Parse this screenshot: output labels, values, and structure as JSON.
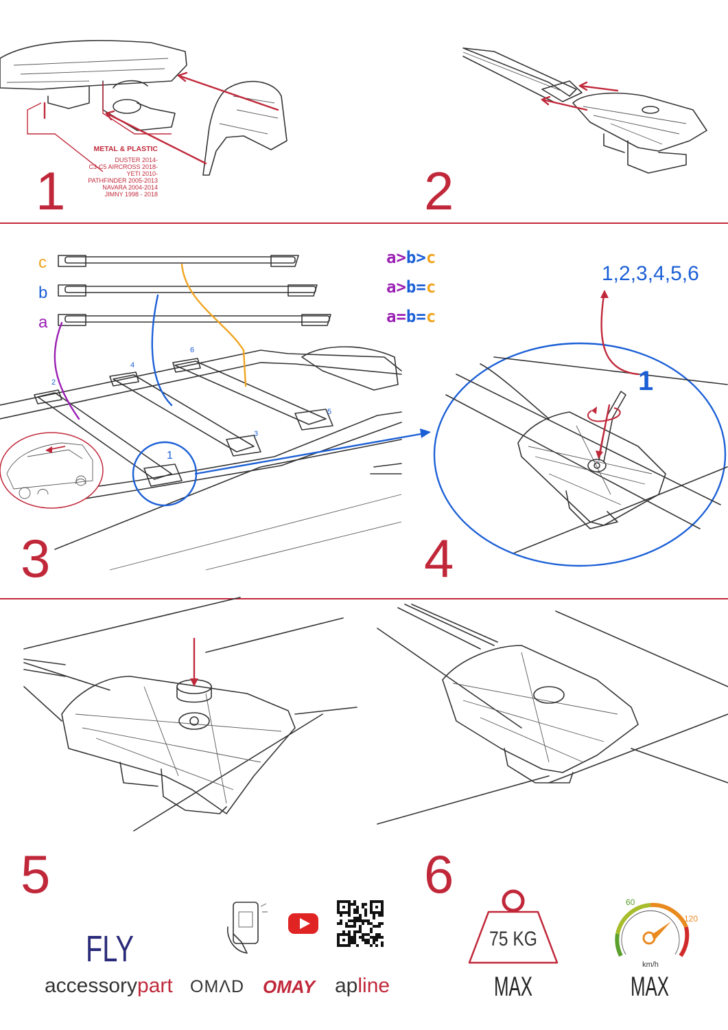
{
  "colors": {
    "accent_red": "#c0283a",
    "blue": "#1b5fd6",
    "purple": "#9a1fb3",
    "orange": "#f0a41f",
    "fly_navy": "#2a2a7a"
  },
  "steps": {
    "s1": "1",
    "s2": "2",
    "s3": "3",
    "s4": "4",
    "s5": "5",
    "s6": "6"
  },
  "step1": {
    "material": "METAL & PLASTIC",
    "models": [
      "DUSTER 2014-",
      "C3-C5 AIRCROSS 2018-",
      "YETI 2010-",
      "PATHFINDER 2005-2013",
      "NAVARA 2004-2014",
      "JIMNY 1998 - 2018"
    ]
  },
  "step3": {
    "bar_labels": {
      "a": "a",
      "b": "b",
      "c": "c"
    },
    "conditions": [
      [
        {
          "t": "a",
          "c": "#9a1fb3"
        },
        {
          "t": ">",
          "c": "#9a1fb3"
        },
        {
          "t": "b",
          "c": "#1b5fd6"
        },
        {
          "t": ">",
          "c": "#1b5fd6"
        },
        {
          "t": "c",
          "c": "#f0a41f"
        }
      ],
      [
        {
          "t": "a",
          "c": "#9a1fb3"
        },
        {
          "t": ">",
          "c": "#9a1fb3"
        },
        {
          "t": "b",
          "c": "#1b5fd6"
        },
        {
          "t": "=",
          "c": "#1b5fd6"
        },
        {
          "t": "c",
          "c": "#f0a41f"
        }
      ],
      [
        {
          "t": "a",
          "c": "#9a1fb3"
        },
        {
          "t": "=",
          "c": "#9a1fb3"
        },
        {
          "t": "b",
          "c": "#1b5fd6"
        },
        {
          "t": "=",
          "c": "#1b5fd6"
        },
        {
          "t": "c",
          "c": "#f0a41f"
        }
      ]
    ],
    "foot_numbers": {
      "n1": "1",
      "n2": "2",
      "n3": "3",
      "n4": "4",
      "n5": "5",
      "n6": "6"
    }
  },
  "step4": {
    "sequence": "1,2,3,4,5,6",
    "callout_number": "1"
  },
  "footer": {
    "brand_fly": "FLY",
    "brand_accessory_1": "accessory",
    "brand_accessory_2": "part",
    "brand_omad": "OMΛD",
    "brand_omay": "OMAY",
    "brand_apline_1": "ap",
    "brand_apline_2": "line",
    "icons": [
      "phone-qr-scan-icon",
      "youtube-icon",
      "qr-code-icon",
      "weight-icon",
      "speedometer-icon"
    ],
    "weight_value": "75 KG",
    "weight_label": "MAX",
    "speed_60": "60",
    "speed_120": "120",
    "speed_unit": "km/h",
    "speed_label": "MAX"
  }
}
